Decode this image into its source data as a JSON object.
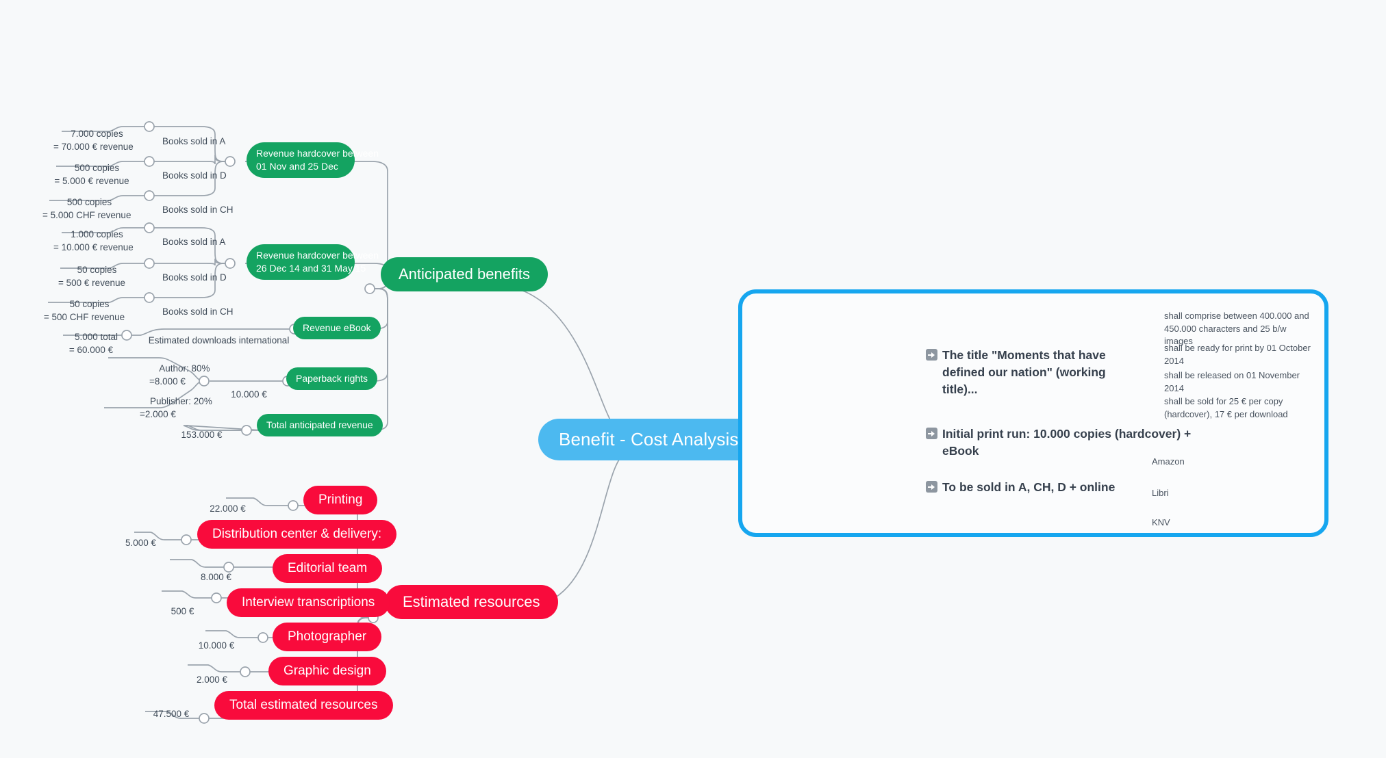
{
  "meta": {
    "background_color": "#f7f9fa",
    "accent_green": "#14a361",
    "accent_red": "#f90b3c",
    "accent_blue": "#4cb9f0",
    "panel_border_blue": "#16a6ef",
    "edge_color": "#9aa3ac",
    "text_color": "#3f4b58"
  },
  "central": {
    "label": "Benefit - Cost Analysis"
  },
  "branches": {
    "benefits": {
      "label": "Anticipated benefits",
      "color": "#14a361",
      "topics": [
        {
          "label": "Revenue hardcover between\n01 Nov and 25 Dec",
          "children": [
            {
              "label": "Books sold in A",
              "value": "7.000 copies\n= 70.000 € revenue"
            },
            {
              "label": "Books sold in D",
              "value": "500 copies\n= 5.000 € revenue"
            },
            {
              "label": "Books sold in CH",
              "value": "500 copies\n= 5.000 CHF revenue"
            }
          ]
        },
        {
          "label": "Revenue hardcover between\n26 Dec 14 and 31 May 15",
          "children": [
            {
              "label": "Books sold in A",
              "value": "1.000 copies\n= 10.000 € revenue"
            },
            {
              "label": "Books sold in D",
              "value": "50 copies\n= 500 € revenue"
            },
            {
              "label": "Books sold in CH",
              "value": "50 copies\n= 500 CHF revenue"
            }
          ]
        },
        {
          "label": "Revenue eBook",
          "children": [
            {
              "label": "Estimated downloads international",
              "value": "5.000 total\n= 60.000 €"
            }
          ]
        },
        {
          "label": "Paperback rights",
          "children": [
            {
              "label": "10.000 €",
              "value": ""
            }
          ],
          "splits": [
            "Author: 80%\n=8.000 €",
            "Publisher: 20%\n=2.000 €"
          ]
        },
        {
          "label": "Total anticipated revenue",
          "children": [
            {
              "label": "153.000 €",
              "value": ""
            }
          ]
        }
      ]
    },
    "resources": {
      "label": "Estimated resources",
      "color": "#f90b3c",
      "topics": [
        {
          "label": "Printing",
          "value": "22.000 €"
        },
        {
          "label": "Distribution center & delivery:",
          "value": "5.000 €"
        },
        {
          "label": "Editorial team",
          "value": "8.000 €"
        },
        {
          "label": "Interview transcriptions",
          "value": "500 €"
        },
        {
          "label": "Photographer",
          "value": "10.000 €"
        },
        {
          "label": "Graphic design",
          "value": "2.000 €"
        },
        {
          "label": "Total estimated resources",
          "value": "47.500 €"
        }
      ]
    },
    "detail_panel": {
      "items": [
        {
          "icon": "right-arrow-emoji-icon",
          "label": "The title \"Moments that have defined\nour nation\" (working title)...",
          "children": [
            "shall comprise between 400.000 and\n450.000 characters and 25 b/w images",
            "shall be ready for print by 01 October 2014",
            "shall be released on 01 November 2014",
            "shall be sold for 25 € per copy\n(hardcover), 17 € per download"
          ]
        },
        {
          "icon": "right-arrow-emoji-icon",
          "label": "Initial print run: 10.000 copies (hardcover) + eBook",
          "children": []
        },
        {
          "icon": "right-arrow-emoji-icon",
          "label": "To be sold in A, CH, D + online",
          "children": [
            "Amazon",
            "Libri",
            "KNV"
          ]
        }
      ]
    }
  }
}
